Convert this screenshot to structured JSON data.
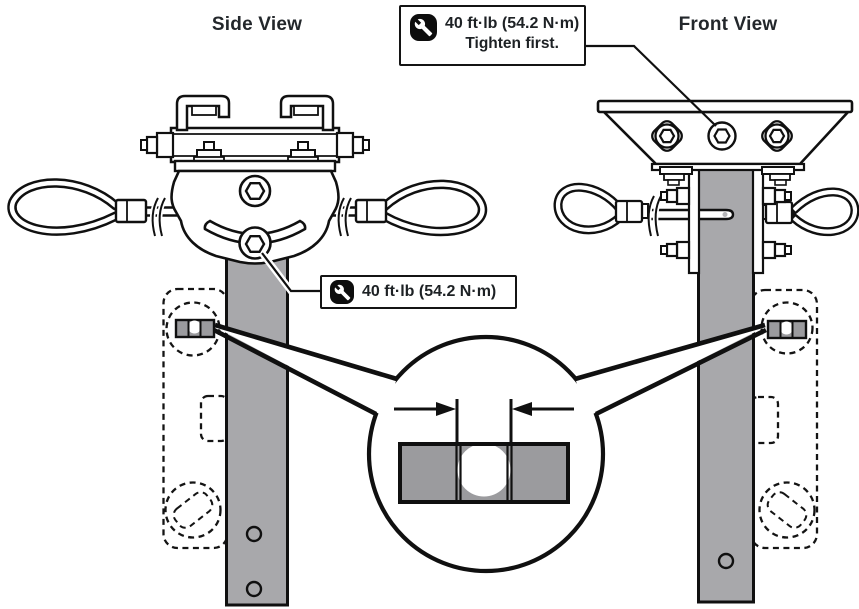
{
  "labels": {
    "side_view": "Side View",
    "front_view": "Front View"
  },
  "callout_primary": {
    "icon": "wrench-icon",
    "torque": "40 ft·lb (54.2 N·m)",
    "instruction": "Tighten first."
  },
  "callout_secondary": {
    "icon": "wrench-icon",
    "torque": "40 ft·lb (54.2 N·m)"
  },
  "colors": {
    "background": "#ffffff",
    "line": "#101010",
    "post_gray": "#a8a8ab",
    "indicator_gray": "#9b9b9e",
    "text": "#23272b"
  }
}
